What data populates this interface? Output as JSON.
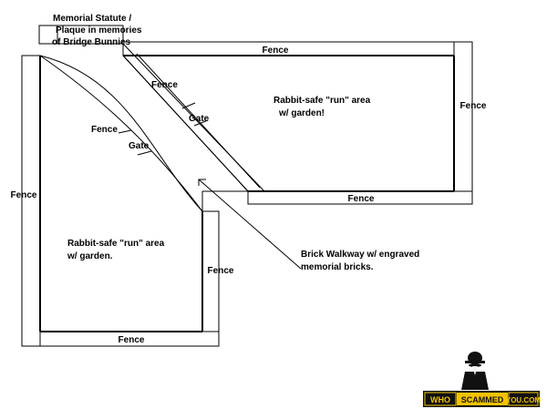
{
  "labels": {
    "memorial": [
      "Memorial Statute /",
      "Plaque in memories",
      "of Bridge Bunnies"
    ],
    "fence": "Fence",
    "gate": "Gate",
    "run_right": [
      "Rabbit-safe \"run\" area",
      "w/ garden!"
    ],
    "run_left": [
      "Rabbit-safe \"run\" area",
      "w/ garden."
    ],
    "walkway": [
      "Brick Walkway w/ engraved",
      "memorial bricks."
    ]
  },
  "logo": {
    "words": [
      "WHO",
      "SCAMMED",
      "YOU.COM"
    ],
    "colors": {
      "accent": "#f2c200",
      "dark": "#111111"
    }
  }
}
